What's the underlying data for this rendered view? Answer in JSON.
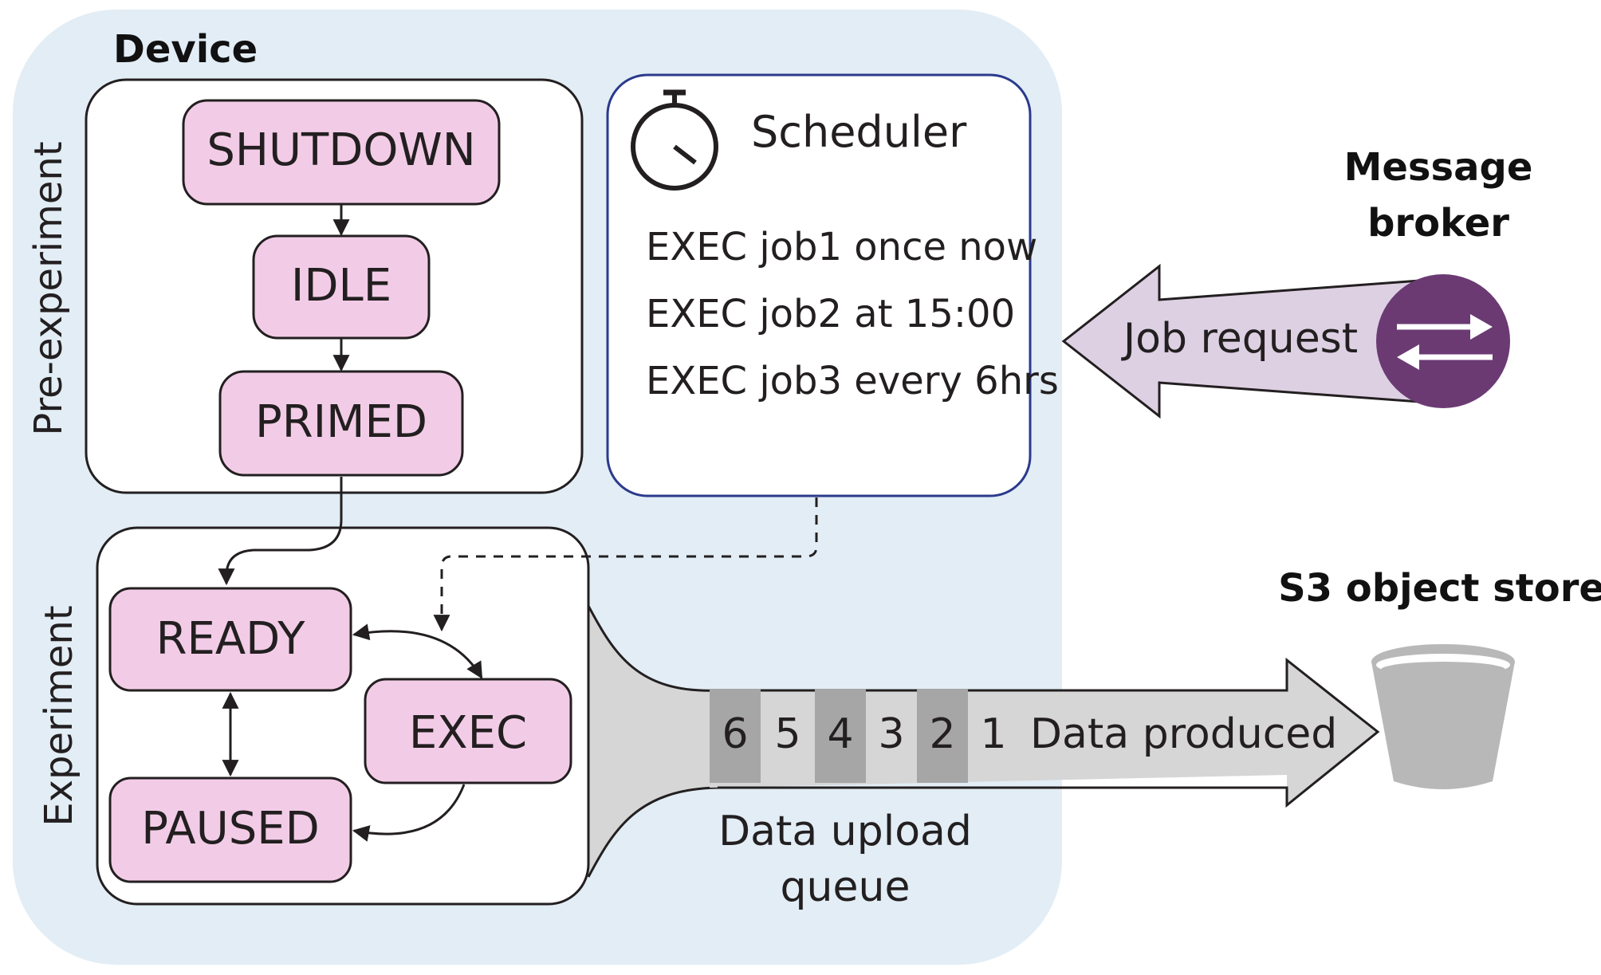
{
  "device": {
    "title": "Device"
  },
  "pre_experiment": {
    "label": "Pre-experiment",
    "states": [
      "SHUTDOWN",
      "IDLE",
      "PRIMED"
    ]
  },
  "experiment": {
    "label": "Experiment",
    "states": {
      "ready": "READY",
      "exec": "EXEC",
      "paused": "PAUSED"
    }
  },
  "scheduler": {
    "title": "Scheduler",
    "jobs": [
      "EXEC job1 once now",
      "EXEC job2 at 15:00",
      "EXEC job3 every 6hrs"
    ]
  },
  "message_broker": {
    "title_line1": "Message",
    "title_line2": "broker",
    "arrow_label": "Job request"
  },
  "data_upload": {
    "queue_items": [
      "6",
      "5",
      "4",
      "3",
      "2",
      "1"
    ],
    "arrow_label": "Data produced",
    "caption_line1": "Data upload",
    "caption_line2": "queue"
  },
  "object_store": {
    "title": "S3 object store"
  },
  "colors": {
    "device_bg": "#e2edf5",
    "state_fill": "#f2cce6",
    "broker_arrow": "#ddd0e3",
    "broker_icon": "#6b3a73",
    "data_arrow": "#d6d6d6",
    "queue_dark": "#a6a6a6",
    "bucket": "#b8b8b8"
  }
}
